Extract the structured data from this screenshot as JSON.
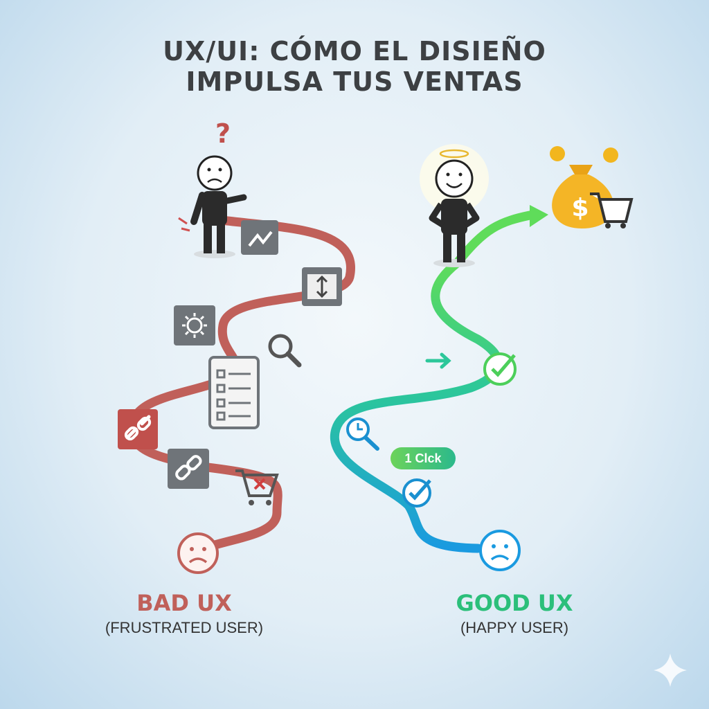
{
  "title": {
    "line1": "UX/UI: CÓMO EL DISIEÑO",
    "line2": "IMPULSA TUS VENTAS"
  },
  "bad": {
    "label": "BAD UX",
    "sublabel": "(FRUSTRATED USER)",
    "color": "#c0605a",
    "question_mark": "?"
  },
  "good": {
    "label": "GOOD UX",
    "sublabel": "(HAPPY USER)",
    "color": "#2bbf7a",
    "pill": "1 Clck",
    "money_symbol": "$"
  }
}
